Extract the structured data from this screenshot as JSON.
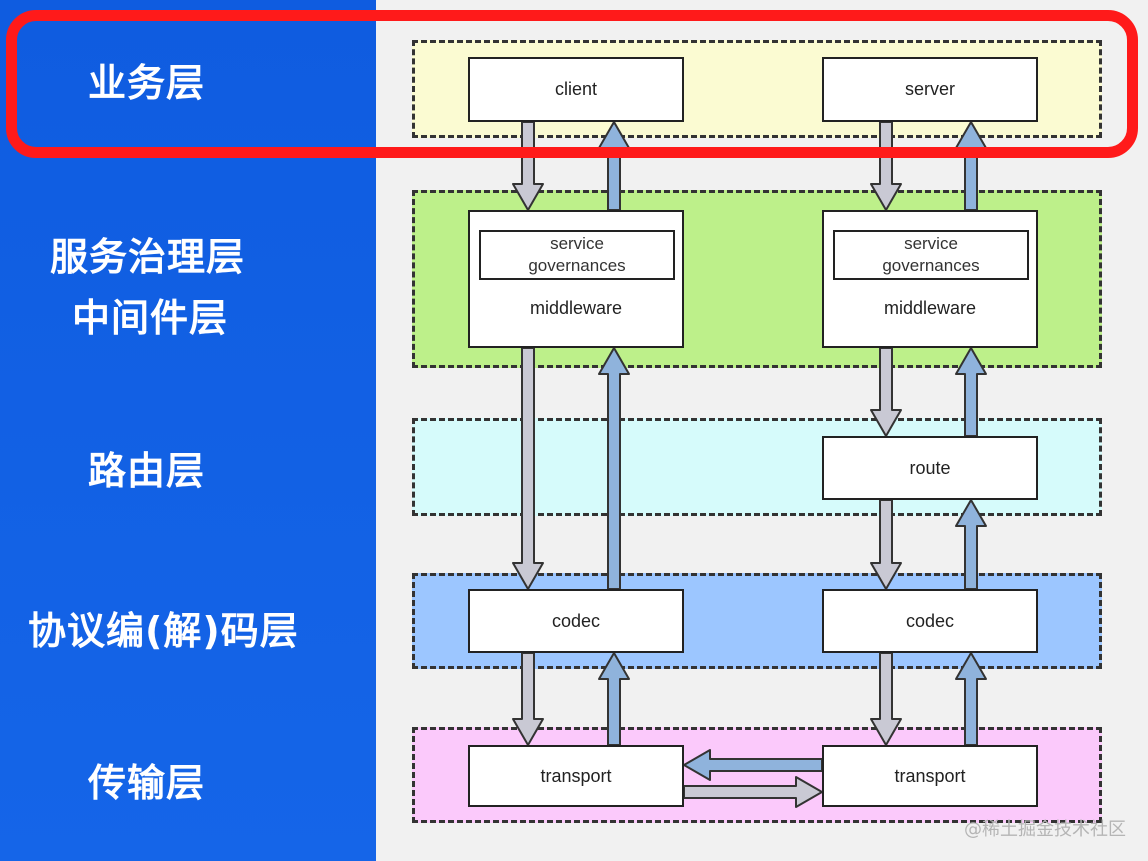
{
  "layers": {
    "business": "业务层",
    "governance": "服务治理层",
    "middleware": "中间件层",
    "routing": "路由层",
    "codec": "协议编(解)码层",
    "transport": "传输层"
  },
  "boxes": {
    "client": "client",
    "server": "server",
    "service_left": [
      "service",
      "governances"
    ],
    "service_right": [
      "service",
      "governances"
    ],
    "middleware_left": "middleware",
    "middleware_right": "middleware",
    "route": "route",
    "codec_left": "codec",
    "codec_right": "codec",
    "transport_left": "transport",
    "transport_right": "transport"
  },
  "watermark": "@稀土掘金技术社区",
  "colors": {
    "left_panel": "#1462df",
    "highlight": "#ff1a1a",
    "band_business": "#fbfbd2",
    "band_governance": "#bdf08a",
    "band_routing": "#d6fbfb",
    "band_codec": "#9cc6ff",
    "band_transport": "#fbc9fb",
    "arrow_down": "#c9c9d4",
    "arrow_up": "#8fb3dc"
  }
}
